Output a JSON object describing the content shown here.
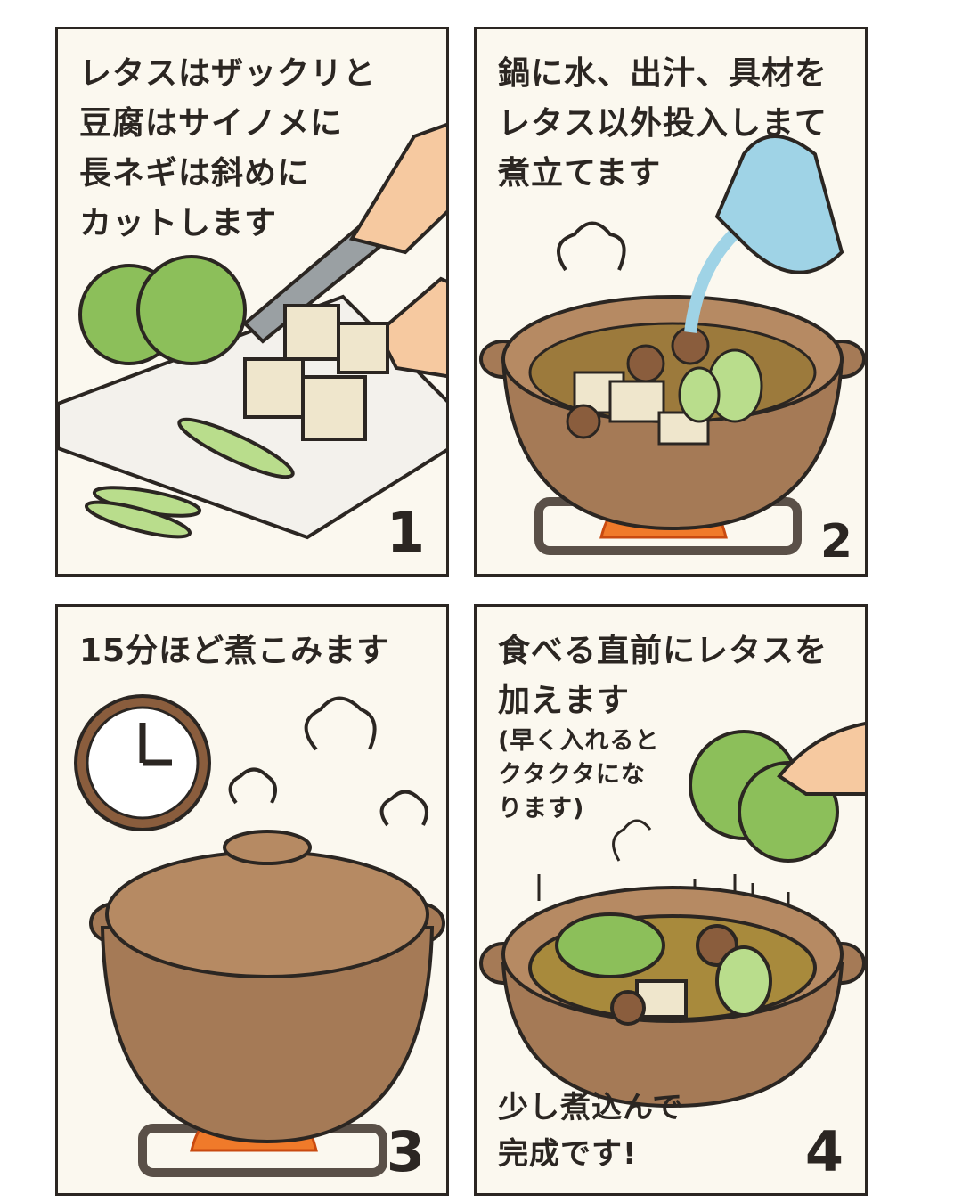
{
  "panels": [
    {
      "step": "1",
      "caption": "レタスはザックリと\n豆腐はサイノメに\n長ネギは斜めに\nカットします"
    },
    {
      "step": "2",
      "caption": "鍋に水、出汁、具材を\nレタス以外投入しまて\n煮立てます"
    },
    {
      "step": "3",
      "caption": "15分ほど煮こみます"
    },
    {
      "step": "4",
      "caption": "食べる直前にレタスを\n加えます",
      "note": "(早く入れると\nクタクタにな\nります)",
      "footer": "少し煮込んで\n完成です!"
    }
  ],
  "colors": {
    "ink": "#2b2622",
    "paper": "#fbf8ef",
    "pot": "#a57a56",
    "lettuce": "#8cbf5a",
    "tofu": "#efe6cc",
    "water": "#9fd3e6",
    "flame": "#f07a2a"
  }
}
